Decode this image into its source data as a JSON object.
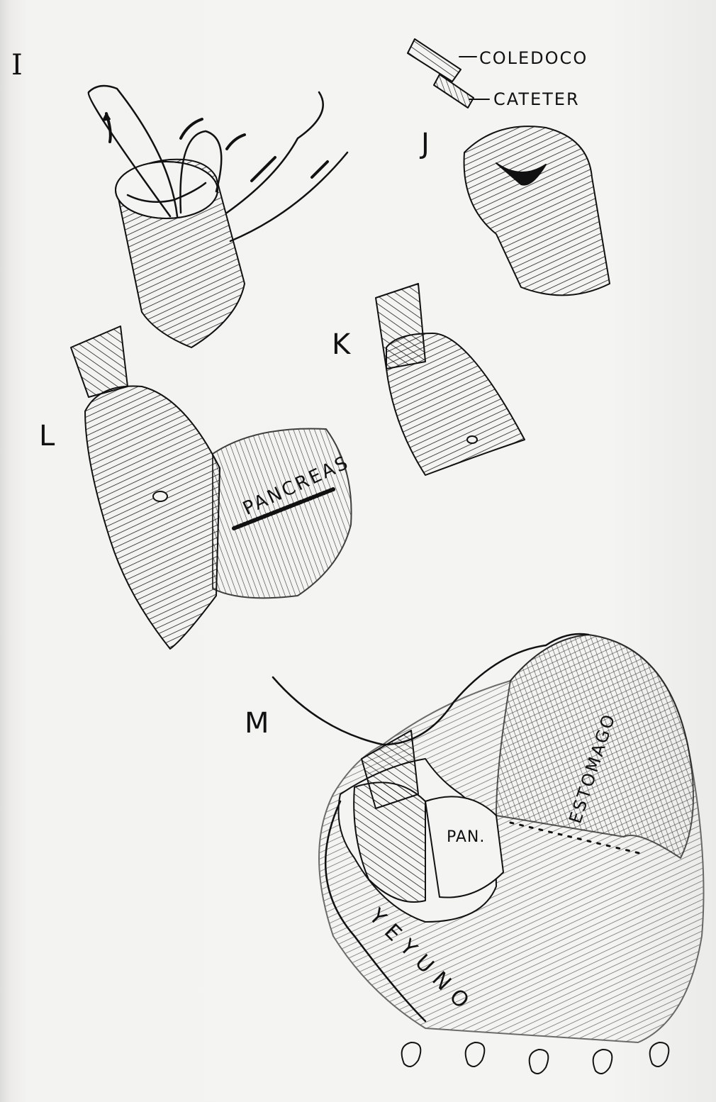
{
  "panels": {
    "I": "I",
    "J": "J",
    "K": "K",
    "L": "L",
    "M": "M"
  },
  "labels": {
    "coledoco": "COLEDOCO",
    "cateter": "CATETER",
    "pancreas": "PANCREAS",
    "pan": "PAN.",
    "estomago": "ESTOMAGO",
    "yeyuno": "YEYUNO"
  },
  "colors": {
    "ink": "#111111",
    "paper": "#f4f4f2"
  }
}
